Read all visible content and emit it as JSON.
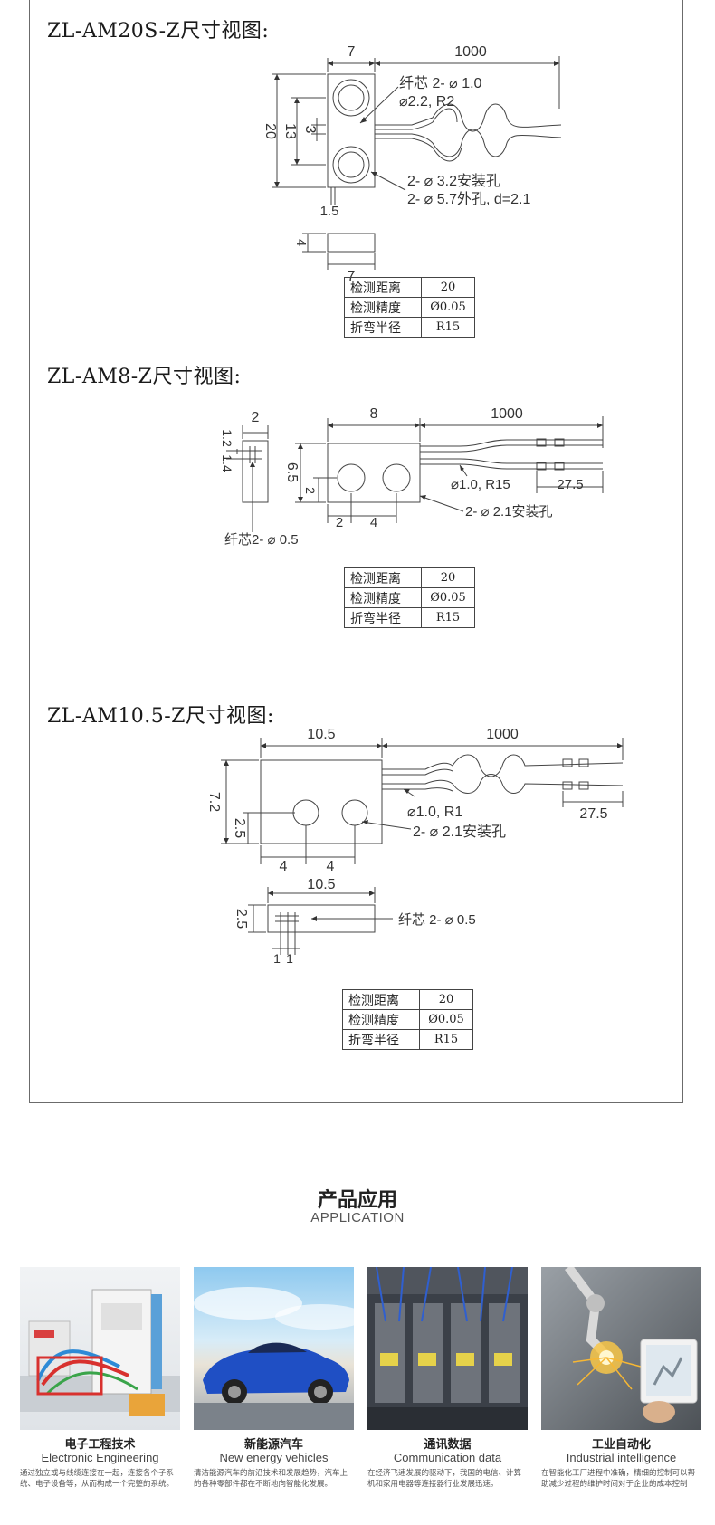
{
  "sections": [
    {
      "title": "ZL-AM20S-Z尺寸视图:",
      "dims": {
        "width_top": "7",
        "cable_len": "1000",
        "height": "20",
        "pitch": "13",
        "gap": "3",
        "bottom": "1.5",
        "thick": "4",
        "width_side": "7"
      },
      "callouts": {
        "core": "纤芯 2- ⌀ 1.0",
        "bend": "⌀2.2, R2",
        "mount": "2- ⌀ 3.2安装孔",
        "outer": "2- ⌀ 5.7外孔, d=2.1"
      },
      "spec": [
        {
          "k": "检测距离",
          "v": "20"
        },
        {
          "k": "检测精度",
          "v": "Ø0.05"
        },
        {
          "k": "折弯半径",
          "v": "R15"
        }
      ]
    },
    {
      "title": "ZL-AM8-Z尺寸视图:",
      "dims": {
        "side_w": "2",
        "side_a": "1.2",
        "side_b": "1.4",
        "width": "8",
        "cable_len": "1000",
        "height": "6.5",
        "hole_h": "2",
        "hole_x1": "2",
        "hole_x2": "4",
        "tip": "27.5"
      },
      "callouts": {
        "core": "纤芯2- ⌀ 0.5",
        "bend": "⌀1.0, R15",
        "mount": "2- ⌀ 2.1安装孔"
      },
      "spec": [
        {
          "k": "检测距离",
          "v": "20"
        },
        {
          "k": "检测精度",
          "v": "Ø0.05"
        },
        {
          "k": "折弯半径",
          "v": "R15"
        }
      ]
    },
    {
      "title": "ZL-AM10.5-Z尺寸视图:",
      "dims": {
        "width": "10.5",
        "cable_len": "1000",
        "height": "7.2",
        "hole_h": "2.5",
        "hole_x1": "4",
        "hole_x2": "4",
        "tip": "27.5",
        "side_w": "10.5",
        "side_h": "2.5",
        "side_a": "1",
        "side_b": "1"
      },
      "callouts": {
        "bend": "⌀1.0, R1",
        "mount": "2- ⌀ 2.1安装孔",
        "core": "纤芯 2- ⌀ 0.5"
      },
      "spec": [
        {
          "k": "检测距离",
          "v": "20"
        },
        {
          "k": "检测精度",
          "v": "Ø0.05"
        },
        {
          "k": "折弯半径",
          "v": "R15"
        }
      ]
    }
  ],
  "application": {
    "title": "产品应用",
    "subtitle": "APPLICATION",
    "cards": [
      {
        "title": "电子工程技术",
        "en": "Electronic Engineering",
        "desc": "通过独立或与线缆连接在一起，连接各个子系统、电子设备等，从而构成一个完整的系统。"
      },
      {
        "title": "新能源汽车",
        "en": "New energy vehicles",
        "desc": "清洁能源汽车的前沿技术和发展趋势，汽车上的各种零部件都在不断地向智能化发展。"
      },
      {
        "title": "通讯数据",
        "en": "Communication data",
        "desc": "在经济飞速发展的驱动下，我国的电信、计算机和家用电器等连接器行业发展迅速。"
      },
      {
        "title": "工业自动化",
        "en": "Industrial intelligence",
        "desc": "在智能化工厂进程中准确，精细的控制可以帮助减少过程的维护时间对于企业的成本控制"
      }
    ]
  }
}
